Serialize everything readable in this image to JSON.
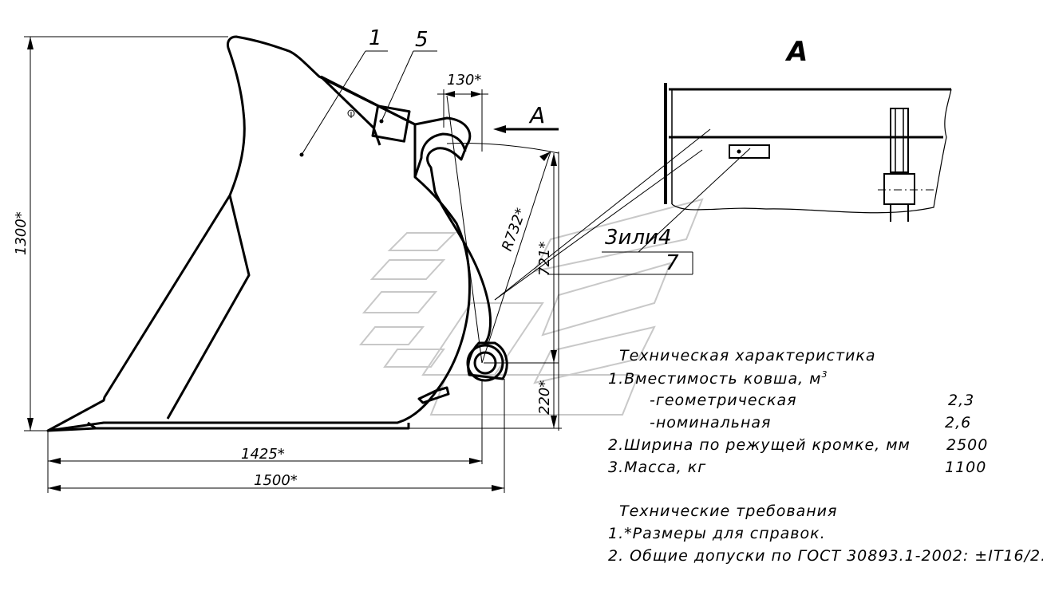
{
  "view_label": "A",
  "callouts": {
    "item_1": "1",
    "item_5": "5",
    "item_7": "7",
    "item_3or4": "3или4"
  },
  "dimensions": {
    "height": "1300*",
    "lip_length": "1425*",
    "overall_length": "1500*",
    "hook_offset": "130*",
    "radius": "R732*",
    "pin_height_top": "721*",
    "pin_height_bottom": "220*",
    "view_arrow": "A"
  },
  "specs": {
    "title": "Техническая характеристика",
    "capacity_label": "1.Вместимость ковша, м",
    "capacity_unit_exp": "3",
    "geometric_label": "-геометрическая",
    "geometric_value": "2,3",
    "nominal_label": "-номинальная",
    "nominal_value": "2,6",
    "width_label": "2.Ширина по режущей кромке, мм",
    "width_value": "2500",
    "mass_label": "3.Масса, кг",
    "mass_value": "1100"
  },
  "requirements": {
    "title": "Технические требования",
    "item1": "1.*Размеры для справок.",
    "item2": "2. Общие допуски по ГОСТ 30893.1-2002: ±IT16/2."
  }
}
